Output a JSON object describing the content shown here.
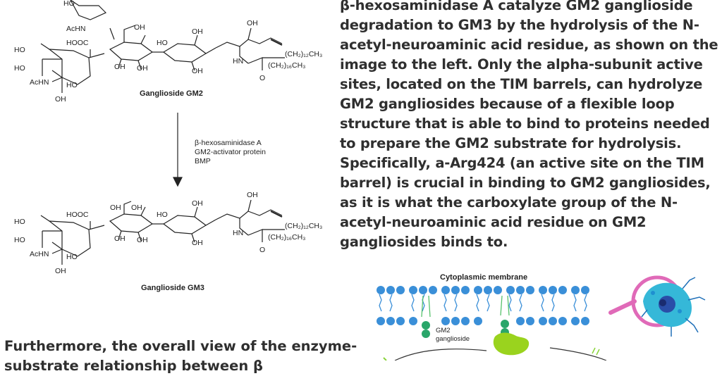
{
  "scheme": {
    "gm2_caption": "Ganglioside GM2",
    "gm3_caption": "Ganglioside GM3",
    "reaction_conditions": [
      "β-hexosaminidase A",
      "GM2-activator protein",
      "BMP"
    ],
    "labels": {
      "ho": "HO",
      "oh": "OH",
      "ach n": "AcHN",
      "hooc": "HOOC",
      "o": "O",
      "hn": "HN",
      "chain1": "(CH₂)₁₂CH₃",
      "chain2": "(CH₂)₁₆CH₃"
    }
  },
  "paragraph": {
    "lines": [
      "β-hexosaminidase A catalyze GM2 ganglioside",
      "degradation to GM3 by the hydrolysis of the N-",
      "acetyl-neuroaminic acid residue, as shown on the",
      "image to the left. Only the alpha-subunit active",
      "sites, located on the TIM barrels, can hydrolyze",
      "GM2 gangliosides because of a flexible loop",
      "structure that is able to bind to proteins needed",
      "to prepare the GM2 substrate for hydrolysis.",
      "Specifically, a-Arg424 (an active site on the TIM",
      "barrel) is crucial in binding to GM2 gangliosides,",
      "as it is what the carboxylate group of the N-",
      "acetyl-neuroaminic acid residue on GM2",
      "gangliosides binds to."
    ]
  },
  "bottom_paragraph": {
    "lines": [
      "Furthermore, the overall view of the enzyme-",
      "substrate relationship between β"
    ]
  },
  "illustration": {
    "membrane_label": "Cytoplasmic membrane",
    "gm2_label_line1": "GM2",
    "gm2_label_line2": "ganglioside"
  }
}
